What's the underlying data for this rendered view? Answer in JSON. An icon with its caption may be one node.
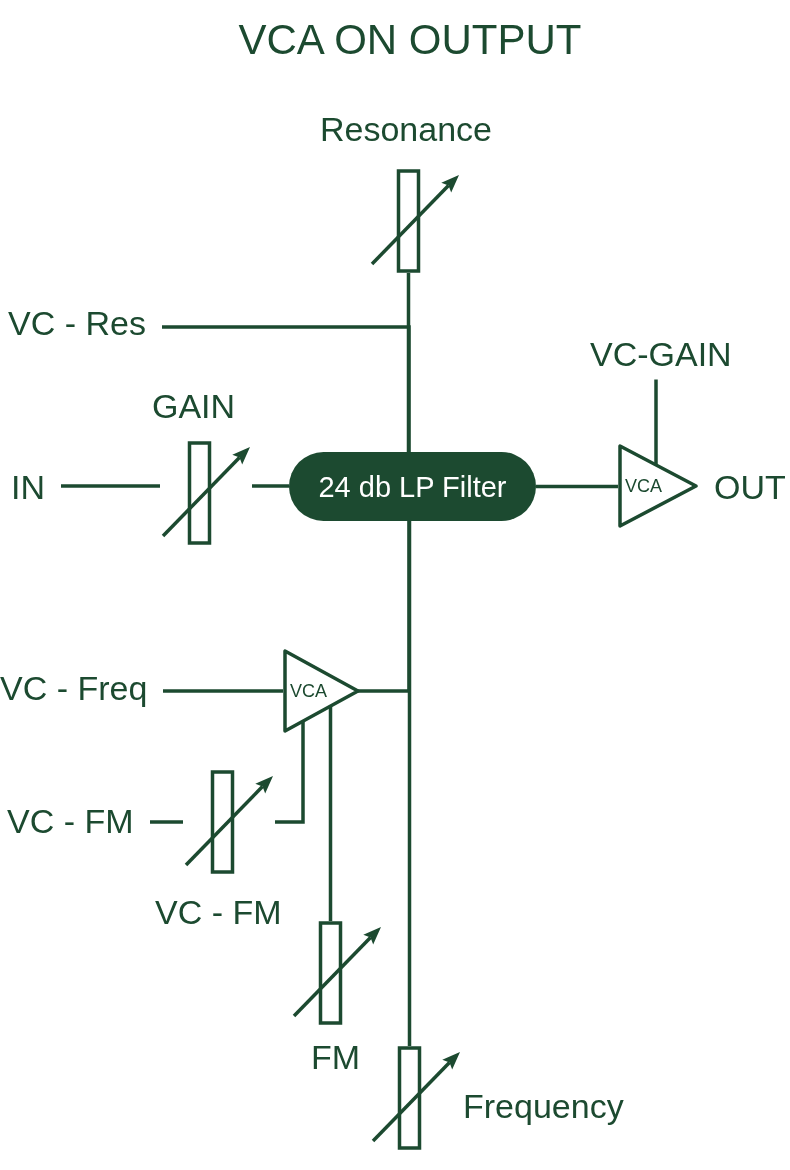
{
  "diagram": {
    "title": "VCA ON OUTPUT",
    "nodes": [
      {
        "text": [],
        "shape": "resistor",
        "beside": [
          "Resonance"
        ]
      },
      {
        "text": [
          "VC - Res"
        ]
      },
      {
        "text": [
          "VC-GAIN"
        ]
      },
      {
        "text": [],
        "shape": "resistor",
        "beside": [
          "GAIN"
        ]
      },
      {
        "text": [
          "IN"
        ]
      },
      {
        "text": [
          "24 db LP Filter"
        ]
      },
      {
        "text": [
          "VCA"
        ],
        "beside": [
          "OUT"
        ]
      },
      {
        "text": [
          "VC - Freq"
        ]
      },
      {
        "text": [
          "VCA"
        ]
      },
      {
        "text": [
          "VC - FM"
        ]
      },
      {
        "text": [],
        "shape": "resistor",
        "beside": [
          "VC - FM"
        ]
      },
      {
        "text": [],
        "shape": "resistor",
        "beside": [
          "FM"
        ]
      },
      {
        "text": [],
        "shape": "resistor",
        "beside": [
          "Frequency"
        ]
      }
    ],
    "edges": [
      {
        "from": 0,
        "to": 5,
        "arrow": "none"
      },
      {
        "from": 1,
        "to": 5,
        "arrow": "none"
      },
      {
        "from": 4,
        "to": 3,
        "arrow": "none"
      },
      {
        "from": 3,
        "to": 5,
        "arrow": "none"
      },
      {
        "from": 5,
        "to": 6,
        "arrow": "none"
      },
      {
        "from": 2,
        "to": 6,
        "arrow": "none"
      },
      {
        "from": 7,
        "to": 8,
        "arrow": "none"
      },
      {
        "from": 8,
        "to": 5,
        "arrow": "none"
      },
      {
        "from": 9,
        "to": 10,
        "arrow": "none"
      },
      {
        "from": 10,
        "to": 8,
        "arrow": "none"
      },
      {
        "from": 11,
        "to": 8,
        "arrow": "none"
      },
      {
        "from": 12,
        "to": 5,
        "arrow": "none"
      }
    ]
  }
}
